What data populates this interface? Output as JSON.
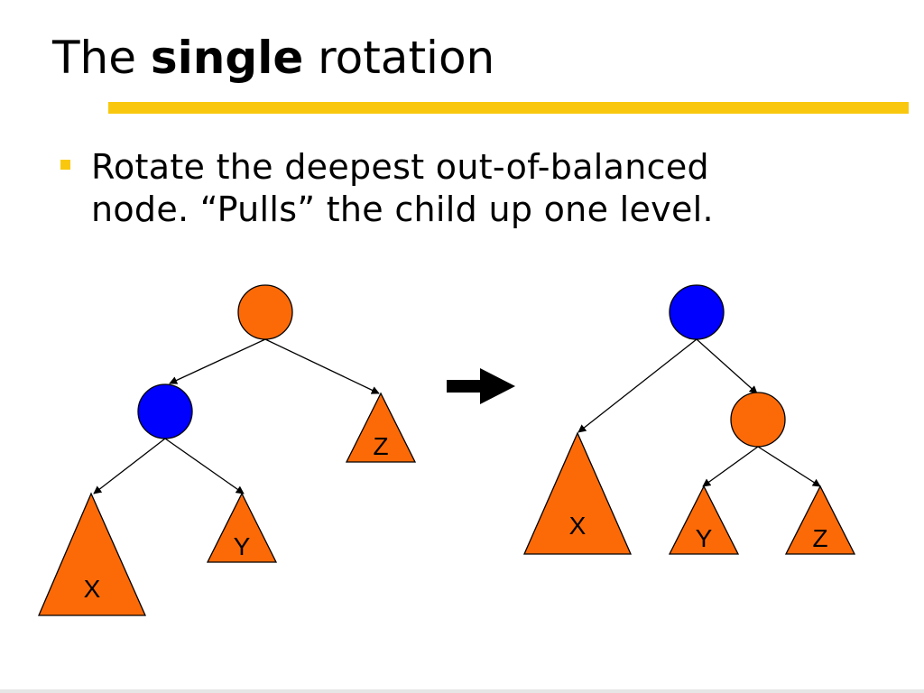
{
  "slide": {
    "title_prefix": "The",
    "title_bold": "single",
    "title_suffix": "rotation",
    "bullet_line1": "Rotate the deepest out-of-balanced",
    "bullet_line2": "node. “Pulls” the child up one level."
  },
  "diagram": {
    "labels": {
      "before_x": "X",
      "before_y": "Y",
      "before_z": "Z",
      "after_x": "X",
      "after_y": "Y",
      "after_z": "Z"
    }
  },
  "colors": {
    "accent_yellow": "#f9c80e",
    "node_orange": "#fc6a08",
    "node_blue": "#0000ff"
  }
}
